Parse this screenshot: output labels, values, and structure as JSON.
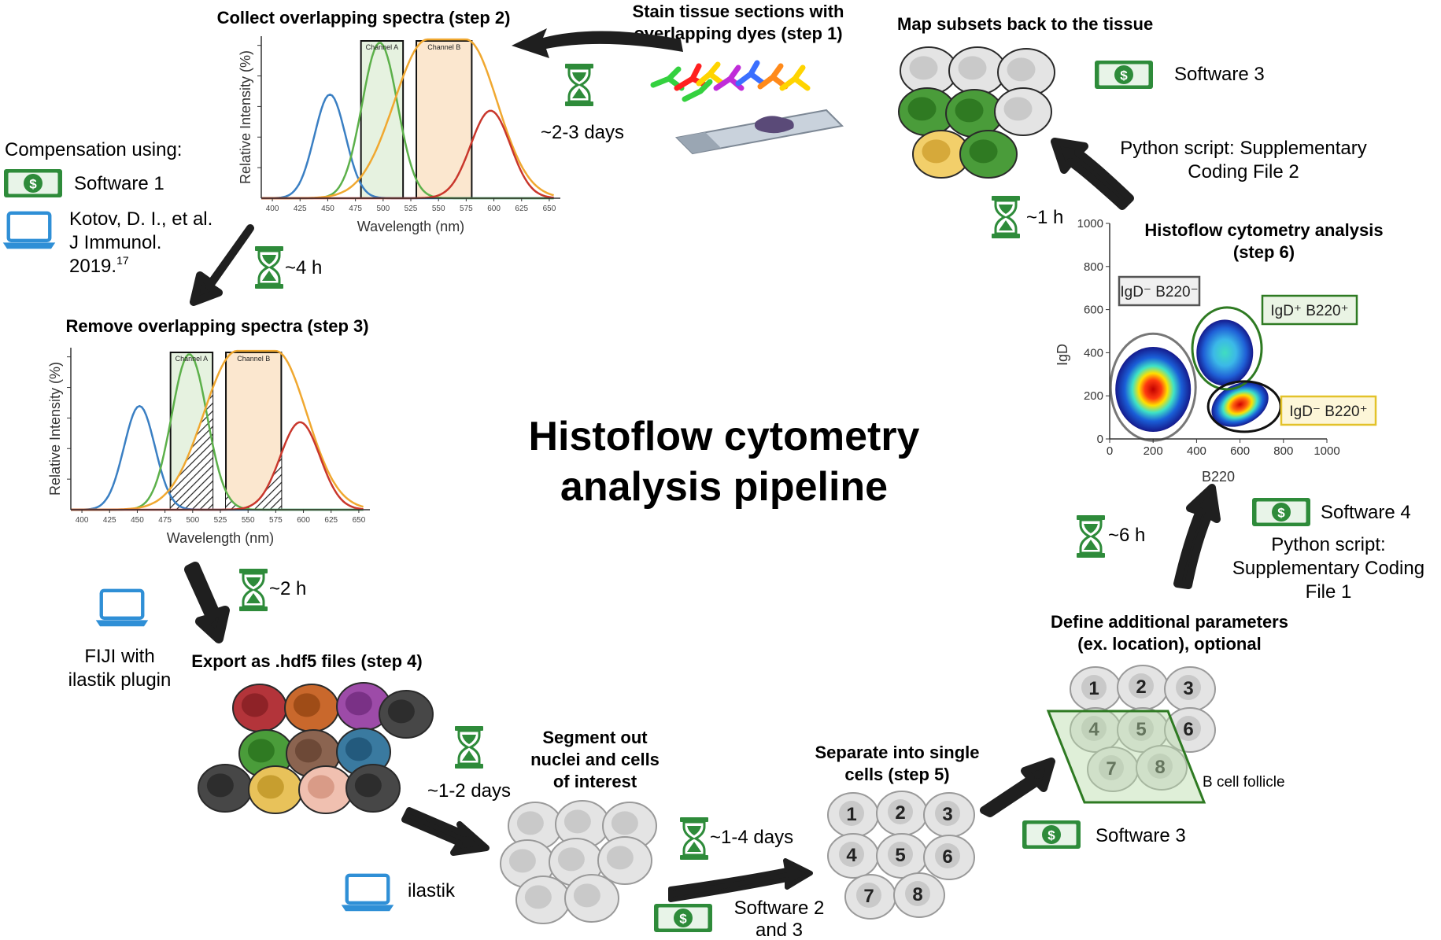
{
  "title_line1": "Histoflow cytometry",
  "title_line2": "analysis pipeline",
  "step1": {
    "line1": "Stain tissue sections with",
    "line2": "overlapping dyes (step 1)",
    "time": "~2-3 days"
  },
  "step2": {
    "title": "Collect overlapping spectra (step 2)"
  },
  "step3": {
    "title": "Remove overlapping spectra (step 3)",
    "time": "~2 h"
  },
  "step2_to_3_time": "~4 h",
  "compensation": {
    "heading": "Compensation using:",
    "software": "Software 1",
    "ref_line1": "Kotov, D. I., et al.",
    "ref_line2": "J Immunol.",
    "ref_line3": "2019.",
    "ref_sup": "17"
  },
  "spectra": {
    "ylabel": "Relative Intensity (%)",
    "xlabel": "Wavelength (nm)",
    "xticks": [
      "400",
      "425",
      "450",
      "475",
      "500",
      "525",
      "550",
      "575",
      "600",
      "625",
      "650"
    ],
    "channel_a": "Channel A",
    "channel_b": "Channel B",
    "colors": {
      "blue": "#3a7fc3",
      "green": "#5cb04a",
      "orange": "#f0a830",
      "red": "#c9372c"
    }
  },
  "fiji": {
    "line1": "FIJI with",
    "line2": "ilastik plugin"
  },
  "step4": {
    "title": "Export as .hdf5 files (step 4)",
    "time": "~1-2 days"
  },
  "segment": {
    "line1": "Segment out",
    "line2": "nuclei and cells",
    "line3": "of interest",
    "tool": "ilastik"
  },
  "step5": {
    "line1": "Separate into single",
    "line2": "cells (step 5)",
    "time": "~1-4 days",
    "software_line1": "Software 2",
    "software_line2": "and 3"
  },
  "cell_numbers": [
    "1",
    "2",
    "3",
    "4",
    "5",
    "6",
    "7",
    "8"
  ],
  "params": {
    "line1": "Define additional parameters",
    "line2": "(ex. location), optional",
    "follicle": "B cell follicle",
    "software": "Software 3",
    "time": "~6 h"
  },
  "step6": {
    "line1": "Histoflow cytometry analysis",
    "line2": "(step 6)",
    "software": "Software 4",
    "script_line1": "Python script:",
    "script_line2": "Supplementary Coding",
    "script_line3": "File 1",
    "xlabel": "B220",
    "ylabel": "IgD",
    "xticks": [
      "0",
      "200",
      "400",
      "600",
      "800",
      "1000"
    ],
    "yticks": [
      "0",
      "200",
      "400",
      "600",
      "800",
      "1000"
    ],
    "gate_neg_neg": "IgD⁻ B220⁻",
    "gate_pos_pos": "IgD⁺ B220⁺",
    "gate_neg_pos": "IgD⁻ B220⁺"
  },
  "map": {
    "title": "Map subsets back to the tissue",
    "software": "Software 3",
    "script_line1": "Python script: Supplementary",
    "script_line2": "Coding File 2",
    "time": "~1 h"
  },
  "accent": {
    "money_green": "#2e8b3a",
    "hourglass_green": "#2e8b3a",
    "laptop_blue": "#2f8fd6",
    "arrow": "#1f1f1f"
  }
}
